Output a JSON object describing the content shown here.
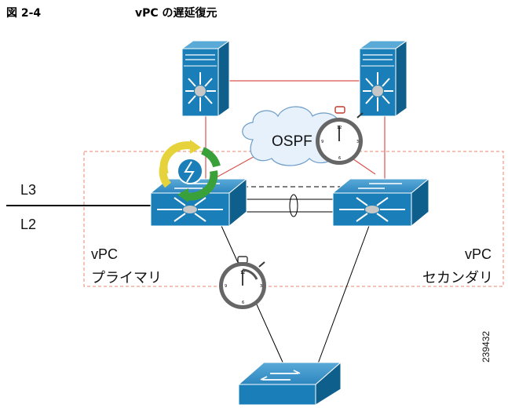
{
  "figure": {
    "label": "図 2-4",
    "title": "vPC の遅延復元",
    "id": "239432"
  },
  "labels": {
    "l3": "L3",
    "l2": "L2",
    "ospf": "OSPF",
    "primary_role": "vPC",
    "primary_name": "プライマリ",
    "secondary_role": "vPC",
    "secondary_name": "セカンダリ"
  },
  "colors": {
    "device_blue": "#1a7fb8",
    "device_dark": "#0f5f8c",
    "link_red": "#d9534f",
    "domain_border": "#e8846c",
    "arrow_yellow": "#e6d23a",
    "arrow_green": "#3aa03a"
  },
  "icons": [
    "nexus7000-core-icon",
    "nexus-switch-icon",
    "access-switch-icon",
    "stopwatch-icon",
    "cloud-icon",
    "restore-cycle-icon"
  ]
}
